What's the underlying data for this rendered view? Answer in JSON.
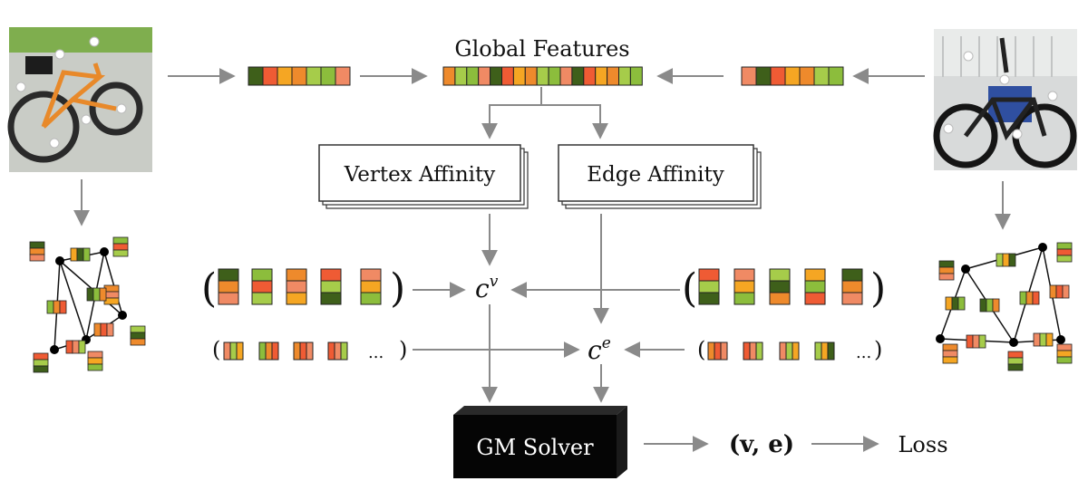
{
  "labels": {
    "global_features": "Global Features",
    "vertex_affinity": "Vertex Affinity",
    "edge_affinity": "Edge Affinity",
    "cv_base": "c",
    "cv_sup": "v",
    "ce_base": "c",
    "ce_sup": "e",
    "gm_solver": "GM Solver",
    "output": "(v, e)",
    "loss": "Loss",
    "ellipsis": "..."
  },
  "colors": {
    "line": "#8a8a8a",
    "dark_green": "#3e5f1a",
    "green": "#8cbd3c",
    "light_green": "#a6cc4a",
    "orange": "#ee8a2c",
    "red_orange": "#ef5b34",
    "salmon": "#f08a64",
    "yellow_orange": "#f5a623",
    "solver_fill": "#050505",
    "bike_left": "#f08a1e",
    "bike_right": "#1a1a1a"
  },
  "icons": {
    "left_image": "orange-bicycle-photo",
    "right_image": "black-bicycle-photo"
  }
}
